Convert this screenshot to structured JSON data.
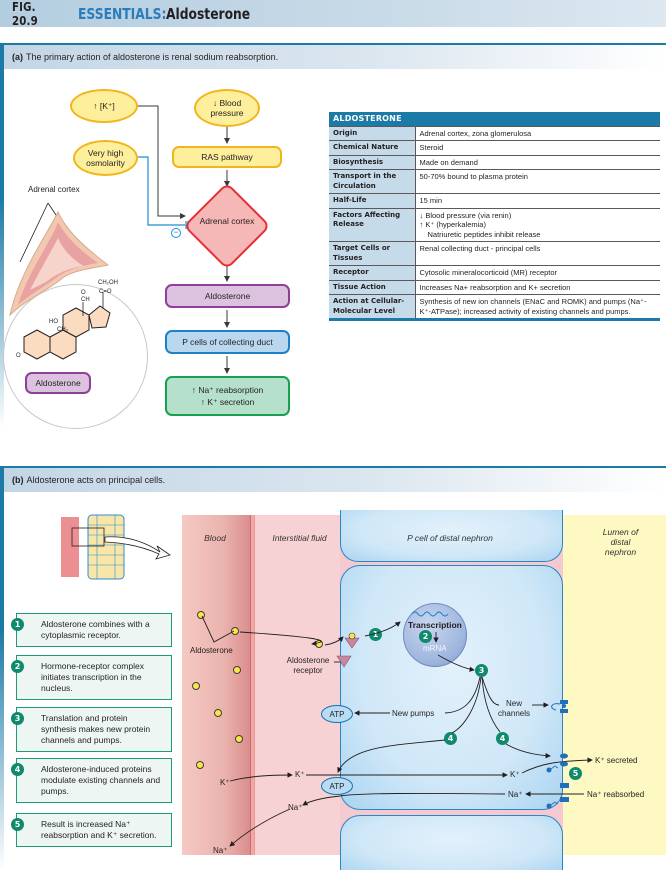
{
  "header": {
    "fig_number": "FIG. 20.9",
    "essentials": "ESSENTIALS:",
    "title": "Aldosterone"
  },
  "panel_a": {
    "label": "(a)",
    "caption": "The primary action of aldosterone is renal sodium reabsorption.",
    "stimuli": {
      "potassium": "[K⁺]",
      "potassium_arrow": "↑",
      "blood_pressure_arrow": "↓",
      "blood_pressure": "Blood pressure",
      "osmolarity": "Very high osmolarity"
    },
    "ras": "RAS pathway",
    "gland": "Adrenal cortex",
    "inhibit_symbol": "⊖",
    "hormone": "Aldosterone",
    "target": "P cells of collecting duct",
    "response_1": "↑ Na⁺ reabsorption",
    "response_2": "↑ K⁺ secretion",
    "illustration_label": "Adrenal cortex",
    "molecule_label": "Aldosterone",
    "molecule_groups": {
      "ch2oh": "CH₂OH",
      "co": "C=O",
      "o_top": "O",
      "ch": "CH",
      "ho": "HO",
      "ch3": "CH₃",
      "o_left": "O"
    }
  },
  "table": {
    "title": "ALDOSTERONE",
    "rows": [
      {
        "key": "Origin",
        "value": "Adrenal cortex, zona glomerulosa"
      },
      {
        "key": "Chemical Nature",
        "value": "Steroid"
      },
      {
        "key": "Biosynthesis",
        "value": "Made on demand"
      },
      {
        "key": "Transport in the Circulation",
        "value": "50-70% bound to plasma protein"
      },
      {
        "key": "Half-Life",
        "value": "15 min"
      },
      {
        "key": "Factors Affecting Release",
        "value_lines": [
          "↓ Blood pressure (via renin)",
          "↑ K⁺ (hyperkalemia)",
          "Natriuretic peptides inhibit release"
        ]
      },
      {
        "key": "Target Cells or Tissues",
        "value": "Renal collecting duct - principal cells"
      },
      {
        "key": "Receptor",
        "value": "Cytosolic mineralocorticoid (MR) receptor"
      },
      {
        "key": "Tissue Action",
        "value": "Increases Na+ reabsorption and K+ secretion"
      },
      {
        "key": "Action at Cellular-Molecular Level",
        "value": "Synthesis of new ion channels (ENaC and ROMK) and pumps (Na⁺-K⁺-ATPase); increased activity of existing channels and pumps."
      }
    ]
  },
  "panel_b": {
    "label": "(b)",
    "caption": "Aldosterone acts on principal cells.",
    "steps": [
      {
        "num": "1",
        "text": "Aldosterone combines with a cytoplasmic receptor."
      },
      {
        "num": "2",
        "text": "Hormone-receptor complex initiates transcription in the nucleus."
      },
      {
        "num": "3",
        "text": "Translation and protein synthesis makes new protein channels and pumps."
      },
      {
        "num": "4",
        "text": "Aldosterone-induced proteins modulate existing channels and pumps."
      },
      {
        "num": "5",
        "text": "Result is increased Na⁺ reabsorption and K⁺ secretion."
      }
    ],
    "regions": {
      "blood": "Blood",
      "interstitial": "Interstitial fluid",
      "pcell": "P cell of distal nephron",
      "lumen": "Lumen of distal nephron"
    },
    "labels": {
      "aldosterone": "Aldosterone",
      "receptor": "Aldosterone receptor",
      "transcription": "Transcription",
      "mrna": "mRNA",
      "new_pumps": "New pumps",
      "new_channels": "New channels",
      "atp": "ATP",
      "k_plus": "K⁺",
      "na_plus": "Na⁺",
      "k_secreted": "K⁺ secreted",
      "na_reabsorbed": "Na⁺ reabsorbed"
    }
  },
  "colors": {
    "accent_blue": "#1b7aa6",
    "essentials_blue": "#2a7dbb",
    "step_green": "#0f8a6c",
    "stimulus_yellow": "#fdef9c",
    "gland_red": "#e62e36",
    "hormone_purple": "#8e3f98",
    "target_blue": "#1b82c6",
    "response_green": "#16a050"
  }
}
